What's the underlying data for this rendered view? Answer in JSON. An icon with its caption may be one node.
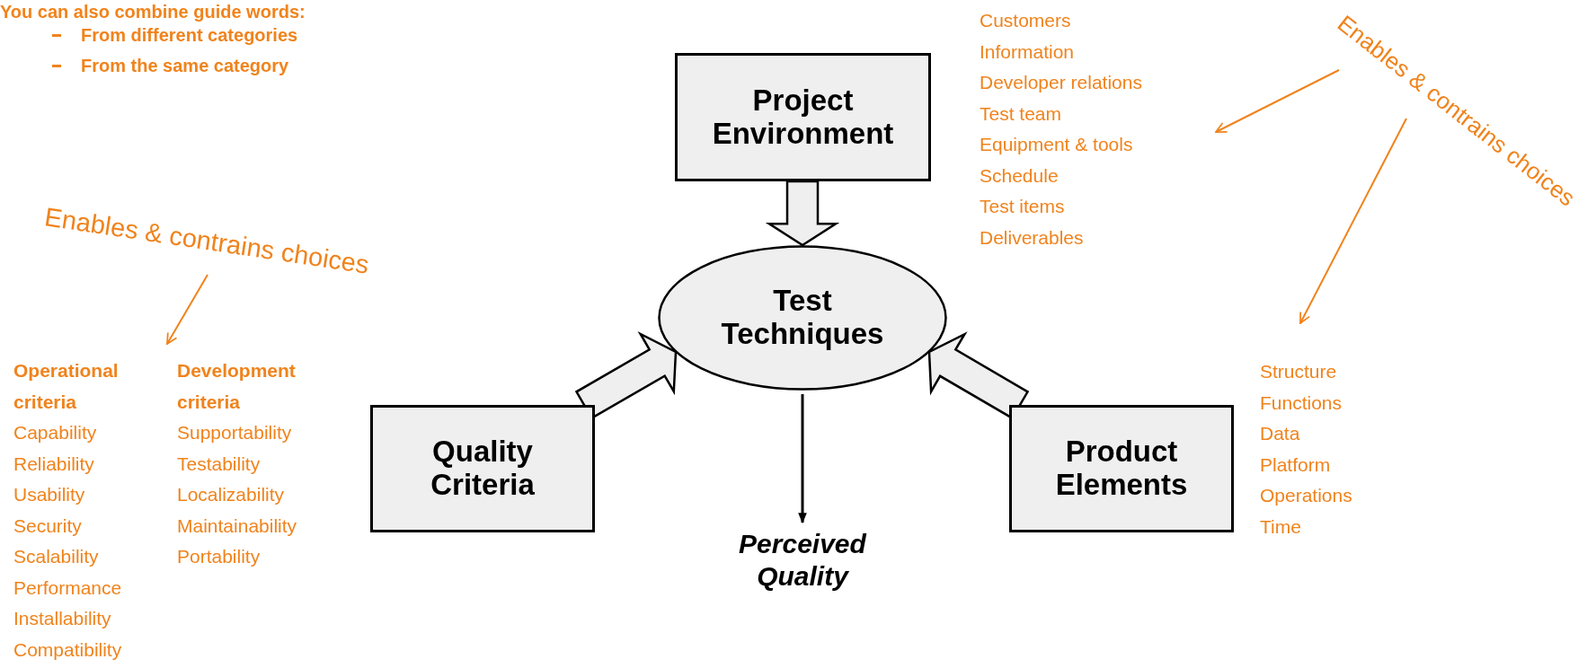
{
  "diagram": {
    "nodes": [
      {
        "text": [
          "Project Environment"
        ]
      },
      {
        "text": [
          "Test Techniques"
        ]
      },
      {
        "text": [
          "Quality Criteria"
        ]
      },
      {
        "text": [
          "Product Elements"
        ]
      },
      {
        "text": [
          "Perceived Quality"
        ]
      },
      {
        "text": [
          "Enables & contrains choices"
        ]
      },
      {
        "text": [
          "Operational criteria",
          "Capability",
          "Reliability",
          "Usability",
          "Security",
          "Scalability",
          "Performance",
          "Installability",
          "Compatibility"
        ]
      },
      {
        "text": [
          "Development criteria",
          "Supportability",
          "Testability",
          "Localizability",
          "Maintainability",
          "Portability"
        ]
      },
      {
        "text": [
          "Enables & contrains choices"
        ]
      },
      {
        "text": [
          "Customers",
          "Information",
          "Developer relations",
          "Test team",
          "Equipment & tools",
          "Schedule",
          "Test items",
          "Deliverables"
        ]
      },
      {
        "text": [
          "Structure",
          "Functions",
          "Data",
          "Platform",
          "Operations",
          "Time"
        ]
      }
    ],
    "edges": [
      {
        "from": 0,
        "to": 1,
        "arrow": "to",
        "style": "thick"
      },
      {
        "from": 2,
        "to": 1,
        "arrow": "to",
        "style": "thick"
      },
      {
        "from": 3,
        "to": 1,
        "arrow": "to",
        "style": "thick"
      },
      {
        "from": 1,
        "to": 4,
        "arrow": "to",
        "color": "#000000"
      },
      {
        "from": 5,
        "to": 6,
        "arrow": "to",
        "color": "#f0831c"
      },
      {
        "from": 8,
        "to": 9,
        "arrow": "to",
        "color": "#f0831c"
      },
      {
        "from": 8,
        "to": 10,
        "arrow": "to",
        "color": "#f0831c"
      }
    ],
    "labels": [
      "You can also combine guide words:",
      "From different categories",
      "From the same category"
    ]
  }
}
